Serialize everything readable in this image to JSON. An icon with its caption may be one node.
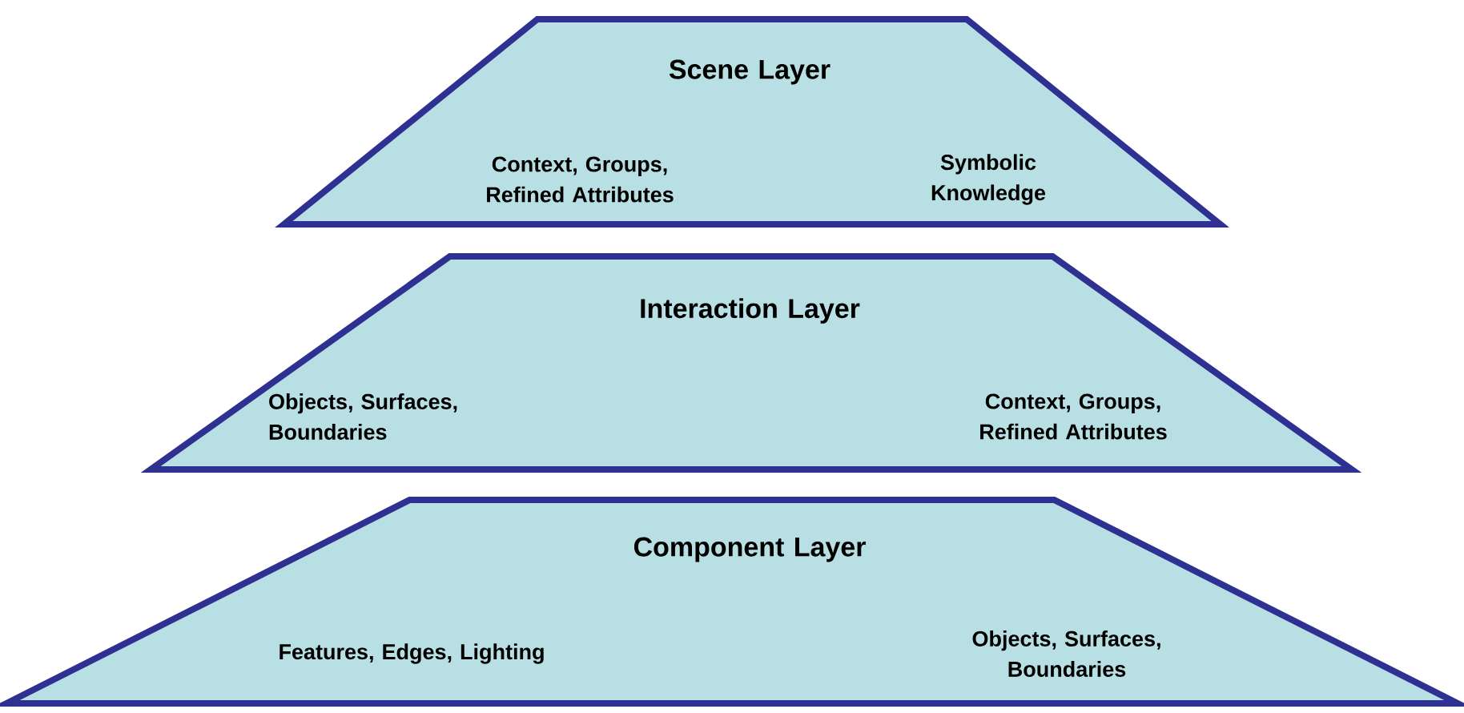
{
  "diagram": {
    "nodes": [
      {
        "text": [
          "Scene Layer",
          "Context, Groups, Refined Attributes",
          "Symbolic Knowledge"
        ]
      },
      {
        "text": [
          "Interaction Layer",
          "Objects, Surfaces, Boundaries",
          "Context, Groups, Refined Attributes"
        ]
      },
      {
        "text": [
          "Component Layer",
          "Features, Edges, Lighting",
          "Objects, Surfaces, Boundaries"
        ]
      }
    ]
  }
}
